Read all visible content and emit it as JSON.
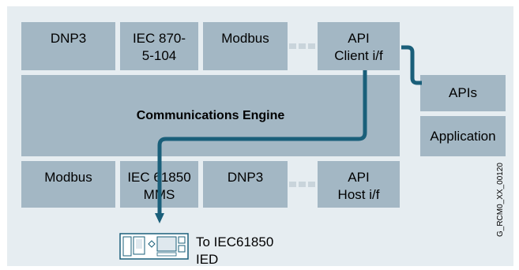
{
  "top_row": [
    {
      "lines": [
        "DNP3"
      ]
    },
    {
      "lines": [
        "IEC 870-",
        "5-104"
      ]
    },
    {
      "lines": [
        "Modbus"
      ]
    },
    {
      "lines": [
        "API",
        "Client i/f"
      ]
    }
  ],
  "engine_label": "Communications Engine",
  "bottom_row": [
    {
      "lines": [
        "Modbus"
      ]
    },
    {
      "lines": [
        "IEC 61850",
        "MMS"
      ]
    },
    {
      "lines": [
        "DNP3"
      ]
    },
    {
      "lines": [
        "API",
        "Host i/f"
      ]
    }
  ],
  "side": {
    "apis": "APIs",
    "application": "Application"
  },
  "ied": {
    "lines": [
      "To IEC61850",
      "IED"
    ]
  },
  "watermark": "G_RCM0_XX_00120",
  "colors": {
    "panel_bg": "#e6edf1",
    "box_fill": "#a3b7c4",
    "connector": "#1a5f7a"
  }
}
